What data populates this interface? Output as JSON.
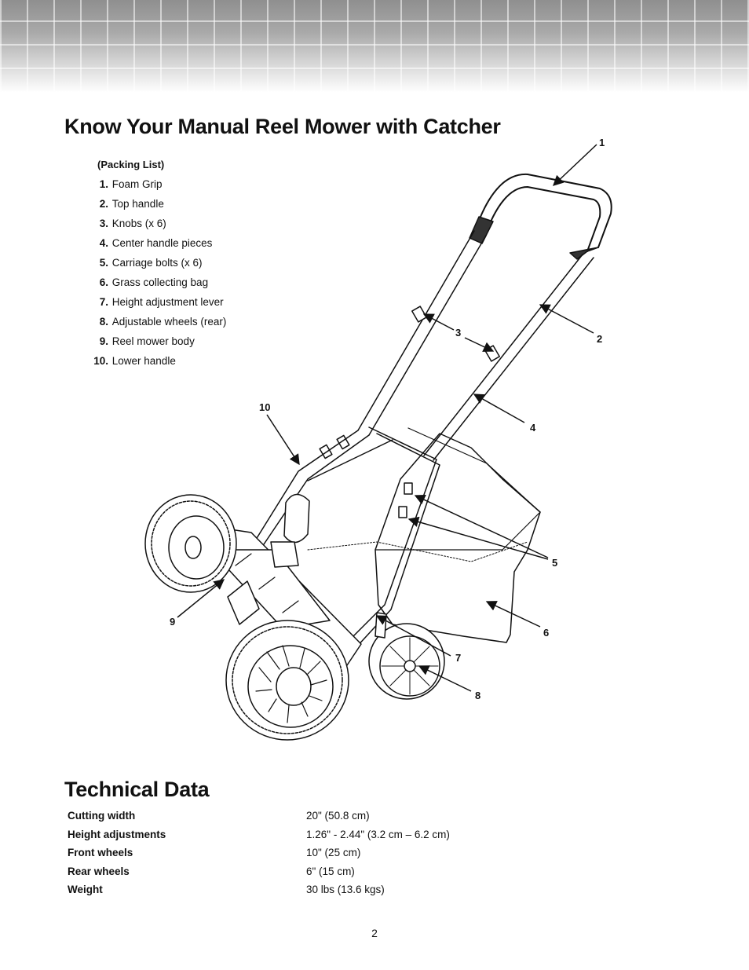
{
  "title": "Know Your Manual Reel Mower with Catcher",
  "packing_list": {
    "heading": "(Packing List)",
    "items": [
      {
        "num": "1.",
        "label": "Foam Grip"
      },
      {
        "num": "2.",
        "label": "Top handle"
      },
      {
        "num": "3.",
        "label": "Knobs (x 6)"
      },
      {
        "num": "4.",
        "label": "Center handle pieces"
      },
      {
        "num": "5.",
        "label": "Carriage bolts (x 6)"
      },
      {
        "num": "6.",
        "label": "Grass collecting bag"
      },
      {
        "num": "7.",
        "label": "Height adjustment lever"
      },
      {
        "num": "8.",
        "label": "Adjustable wheels (rear)"
      },
      {
        "num": "9.",
        "label": "Reel mower body"
      },
      {
        "num": "10.",
        "label": "Lower handle"
      }
    ]
  },
  "callouts": [
    "1",
    "2",
    "3",
    "4",
    "5",
    "6",
    "7",
    "8",
    "9",
    "10"
  ],
  "technical_data": {
    "heading": "Technical Data",
    "rows": [
      {
        "label": "Cutting width",
        "value": "20\" (50.8 cm)"
      },
      {
        "label": "Height adjustments",
        "value": "1.26\" - 2.44\" (3.2 cm – 6.2 cm)"
      },
      {
        "label": "Front wheels",
        "value": "10\" (25 cm)"
      },
      {
        "label": "Rear wheels",
        "value": "6\" (15 cm)"
      },
      {
        "label": "Weight",
        "value": "30 lbs (13.6 kgs)"
      }
    ]
  },
  "page_number": "2"
}
